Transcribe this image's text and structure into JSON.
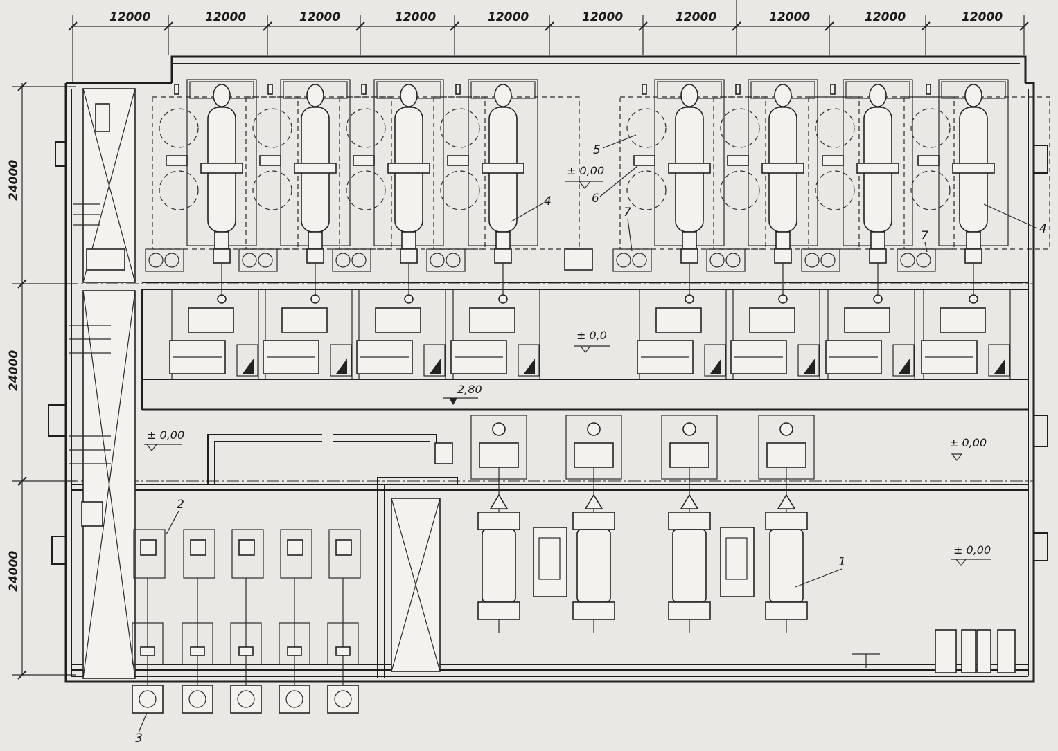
{
  "plan": {
    "top_dimensions": [
      "12000",
      "12000",
      "12000",
      "12000",
      "12000",
      "12000",
      "12000",
      "12000",
      "12000",
      "12000"
    ],
    "side_dimensions": [
      "24000",
      "24000",
      "24000"
    ],
    "elevations": {
      "upper_center": "± 0,00",
      "middle_gallery": "± 0,0",
      "left_middle": "± 0,00",
      "right_middle": "± 0,00",
      "right_lower": "± 0,00",
      "pit": "2,80"
    },
    "callouts": {
      "c1": "1",
      "c2": "2",
      "c3": "3",
      "c4_left": "4",
      "c4_right": "4",
      "c5": "5",
      "c6": "6",
      "c7_left": "7",
      "c7_right": "7"
    }
  }
}
